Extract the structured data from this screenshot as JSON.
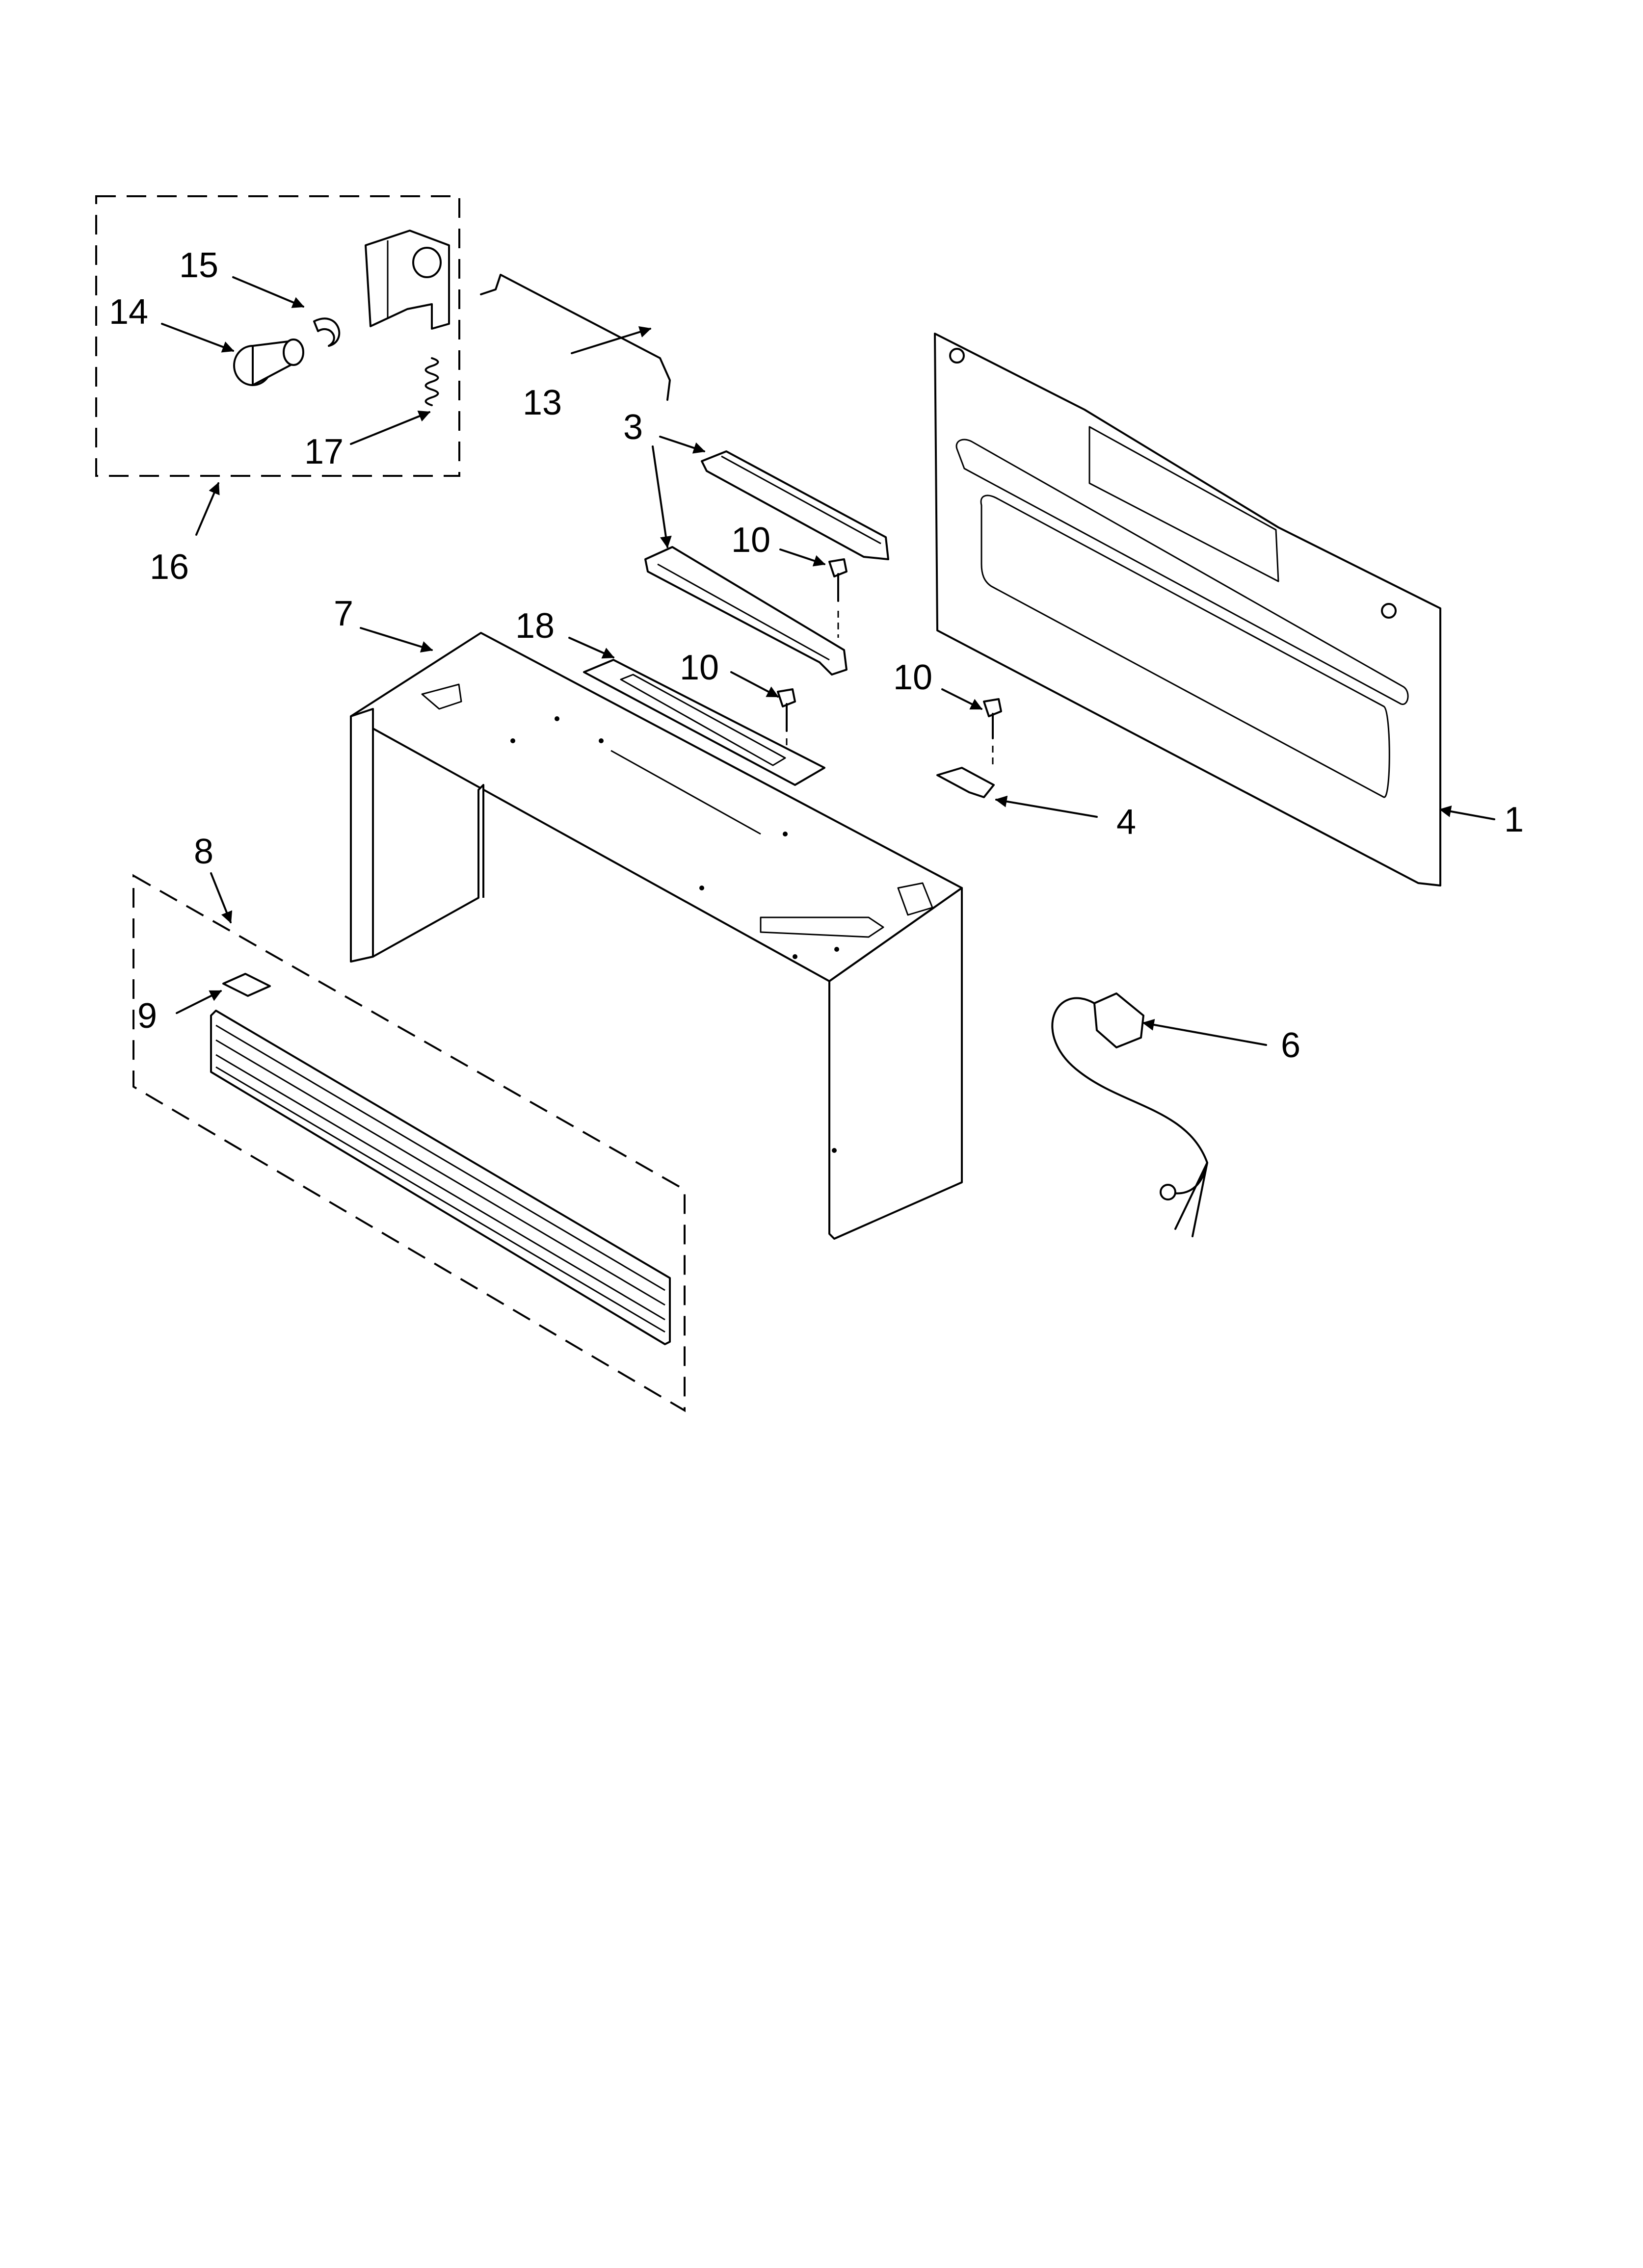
{
  "callouts": [
    {
      "id": "1",
      "label": "1"
    },
    {
      "id": "3",
      "label": "3"
    },
    {
      "id": "4",
      "label": "4"
    },
    {
      "id": "6",
      "label": "6"
    },
    {
      "id": "7",
      "label": "7"
    },
    {
      "id": "8",
      "label": "8"
    },
    {
      "id": "9",
      "label": "9"
    },
    {
      "id": "10a",
      "label": "10"
    },
    {
      "id": "10b",
      "label": "10"
    },
    {
      "id": "10c",
      "label": "10"
    },
    {
      "id": "13",
      "label": "13"
    },
    {
      "id": "14",
      "label": "14"
    },
    {
      "id": "15",
      "label": "15"
    },
    {
      "id": "16",
      "label": "16"
    },
    {
      "id": "17",
      "label": "17"
    },
    {
      "id": "18",
      "label": "18"
    }
  ]
}
